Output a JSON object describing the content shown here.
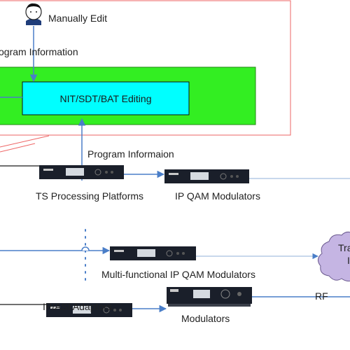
{
  "labels": {
    "manually_edit": "Manually Edit",
    "program_information": "ogram Information",
    "nit_editing": "NIT/SDT/BAT Editing",
    "program_informaion": "Program Informaion",
    "ts_processing": "TS Processing Platforms",
    "ip_qam_modulators": "IP QAM Modulators",
    "multi_functional": "Multi-functional IP QAM Modulators",
    "ip_asi_adaptors": "IP/ASI Adaptors",
    "modulators": "Modulators",
    "rf": "RF",
    "cloud_text_1": "Tra",
    "cloud_text_2": "I"
  },
  "colors": {
    "green_panel": "#33ee22",
    "cyan_box": "#00ffff",
    "red_border": "#ee6666",
    "arrow_blue": "#4a7ec8",
    "device_body": "#1a1f2a",
    "cloud_fill": "#c5b5e3"
  },
  "icons": {
    "user": "person-avatar-icon",
    "cloud": "transport-network-cloud-icon"
  }
}
